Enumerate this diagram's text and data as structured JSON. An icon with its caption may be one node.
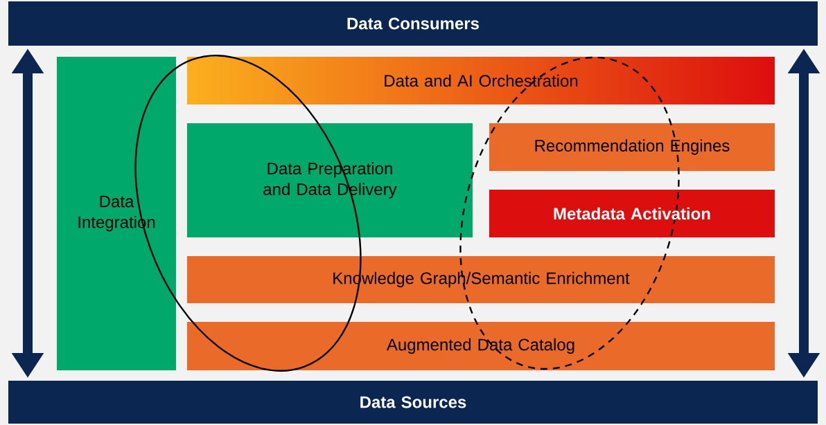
{
  "diagram": {
    "nodes": [
      {
        "text": [
          "Data Consumers"
        ]
      },
      {
        "text": [
          "Data Integration"
        ]
      },
      {
        "text": [
          "Data and AI Orchestration"
        ]
      },
      {
        "text": [
          "Data Preparation and Data Delivery"
        ]
      },
      {
        "text": [
          "Recommendation Engines"
        ]
      },
      {
        "text": [
          "Metadata Activation"
        ]
      },
      {
        "text": [
          "Knowledge Graph/Semantic Enrichment"
        ]
      },
      {
        "text": [
          "Augmented Data Catalog"
        ]
      },
      {
        "text": [
          "Data Sources"
        ]
      }
    ],
    "edges": [
      {
        "from": 8,
        "to": 0,
        "arrow": "both"
      },
      {
        "from": 8,
        "to": 0,
        "arrow": "both"
      }
    ]
  }
}
